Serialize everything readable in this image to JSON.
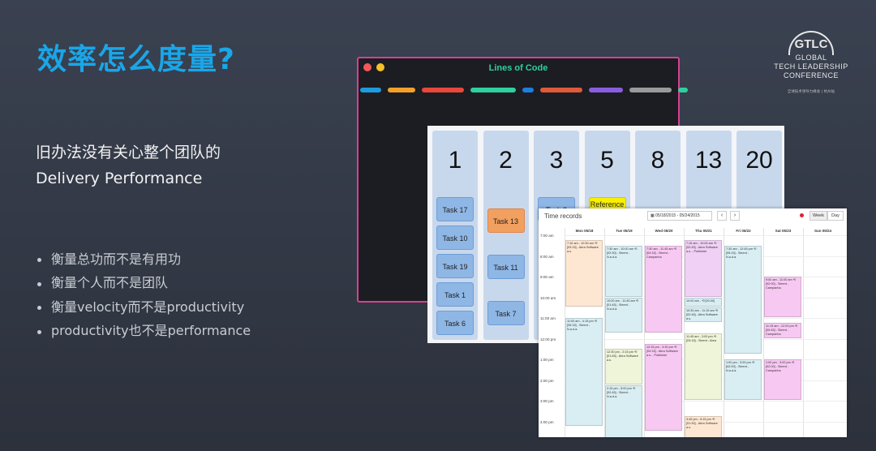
{
  "title": "效率怎么度量?",
  "subtitle": {
    "line1": "旧办法没有关心整个团队的",
    "line2": "Delivery Performance"
  },
  "bullets": [
    "衡量总功而不是有用功",
    "衡量个人而不是团队",
    "衡量velocity而不是productivity",
    "productivity也不是performance"
  ],
  "logo": {
    "big": "GTLC",
    "line1": "GLOBAL",
    "line2": "TECH LEADERSHIP",
    "line3": "CONFERENCE",
    "small": "全球技术领导力峰会 | 杭州站"
  },
  "loc_window": {
    "title": "Lines of Code",
    "bar_colors": [
      "#1e9be0",
      "#f2a02a",
      "#e8473a",
      "#2ed0a0",
      "#1e7ee0",
      "#e05a3a",
      "#8a5de0",
      "#9a9a9a",
      "#2ed0a0"
    ]
  },
  "board": {
    "columns": [
      {
        "num": "1",
        "cards": [
          "Task 17",
          "Task 10",
          "Task 19",
          "Task 1",
          "Task 6"
        ]
      },
      {
        "num": "2",
        "cards": [
          "Task 13",
          "Task 11",
          "Task 7"
        ]
      },
      {
        "num": "3",
        "cards": [
          "Task 2"
        ]
      },
      {
        "num": "5",
        "cards": [
          "Reference task"
        ]
      },
      {
        "num": "8",
        "cards": []
      },
      {
        "num": "13",
        "cards": []
      },
      {
        "num": "20",
        "cards": []
      }
    ]
  },
  "time_records": {
    "title": "Time records",
    "range": "05/18/2015 - 05/24/2015",
    "prev": "‹",
    "next": "›",
    "view_week": "Week",
    "view_day": "Day",
    "days": [
      "Mon 05/18",
      "Tue 05/19",
      "Wed 05/20",
      "Thu 05/21",
      "Fri 05/22",
      "Sat 05/23",
      "Sun 05/24"
    ],
    "hours": [
      "7:00 am",
      "8:00 am",
      "9:00 am",
      "10:00 am",
      "11:00 am",
      "12:00 pm",
      "1:00 pm",
      "2:00 pm",
      "3:00 pm",
      "4:00 pm"
    ],
    "events": [
      {
        "text": "7:16 am - 10:30 am ⟲ [03:15] - Abra Software a.s.",
        "color": "#fde6d2"
      },
      {
        "text": "11:00 am - 4:15 pm ⟲ [05:15] - Sleent - N.a.d.a.",
        "color": "#d8eef2"
      },
      {
        "text": "7:30 am - 10:00 am ⟲ [02:30] - Sleent - N.a.d.a.",
        "color": "#d8eef2"
      },
      {
        "text": "10:00 am - 11:45 am ⟲ [01:45] - Sleent - N.a.d.a.",
        "color": "#d8eef2"
      },
      {
        "text": "12:30 pm - 2:15 pm ⟲ [01:45] - Abra Software a.s.",
        "color": "#eef5d8"
      },
      {
        "text": "2:15 pm - 5:00 pm ⟲ [02:45] - Sleent - N.a.d.a.",
        "color": "#d8eef2"
      },
      {
        "text": "7:30 am - 11:45 am ⟲ [04:15] - Sleent - Campanha",
        "color": "#f7c8f2"
      },
      {
        "text": "12:15 pm - 4:30 pm ⟲ [04:15] - Abra Software a.s. - Publisher",
        "color": "#f7c8f2"
      },
      {
        "text": "7:15 am - 10:00 am ⟲ [02:45] - Abra Software a.s. - Publisher",
        "color": "#f0d0f5"
      },
      {
        "text": "10:00 am - ⟲ [00:30]",
        "color": "#d8eef2"
      },
      {
        "text": "10:30 am - 11:15 am ⟲ [02:45] - Abra Software a.s.",
        "color": "#d8eef2"
      },
      {
        "text": "11:45 am - 3:00 pm ⟲ [03:15] - Sleent - Abra",
        "color": "#eef5d8"
      },
      {
        "text": "3:45 pm - 5:15 pm ⟲ [01:30] - Abra Software a.s.",
        "color": "#fde6d2"
      },
      {
        "text": "7:30 am - 12:45 pm ⟲ [05:15] - Sleent - N.a.d.a.",
        "color": "#d8eef2"
      },
      {
        "text": "1:00 pm - 3:00 pm ⟲ [02:00] - Sleent - N.a.d.a.",
        "color": "#d8eef2"
      },
      {
        "text": "9:00 am - 11:00 am ⟲ [02:00] - Sleent - Campanha",
        "color": "#f7c8f2"
      },
      {
        "text": "11:15 am - 12:00 pm ⟲ [00:45] - Sleent - Campanha",
        "color": "#f7c8f2"
      },
      {
        "text": "1:00 pm - 3:00 pm ⟲ [02:00] - Sleent - Campanha",
        "color": "#f7c8f2"
      }
    ]
  }
}
